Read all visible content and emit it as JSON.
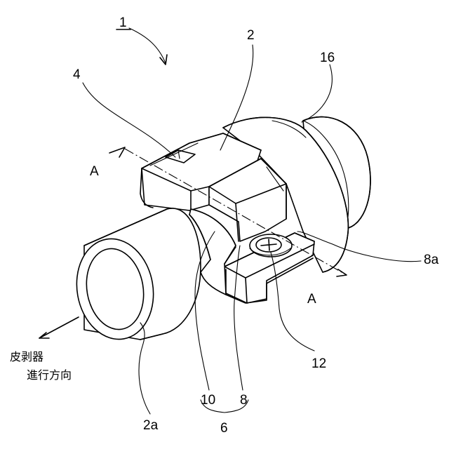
{
  "labels": {
    "ref_1": "1",
    "ref_2": "2",
    "ref_16": "16",
    "ref_4": "4",
    "ref_a_left": "A",
    "ref_a_right": "A",
    "ref_8a": "8a",
    "ref_12": "12",
    "ref_10": "10",
    "ref_8": "8",
    "ref_6": "6",
    "ref_2a": "2a"
  },
  "direction_note": {
    "line1": "皮剥器",
    "line2": "進行方向"
  }
}
